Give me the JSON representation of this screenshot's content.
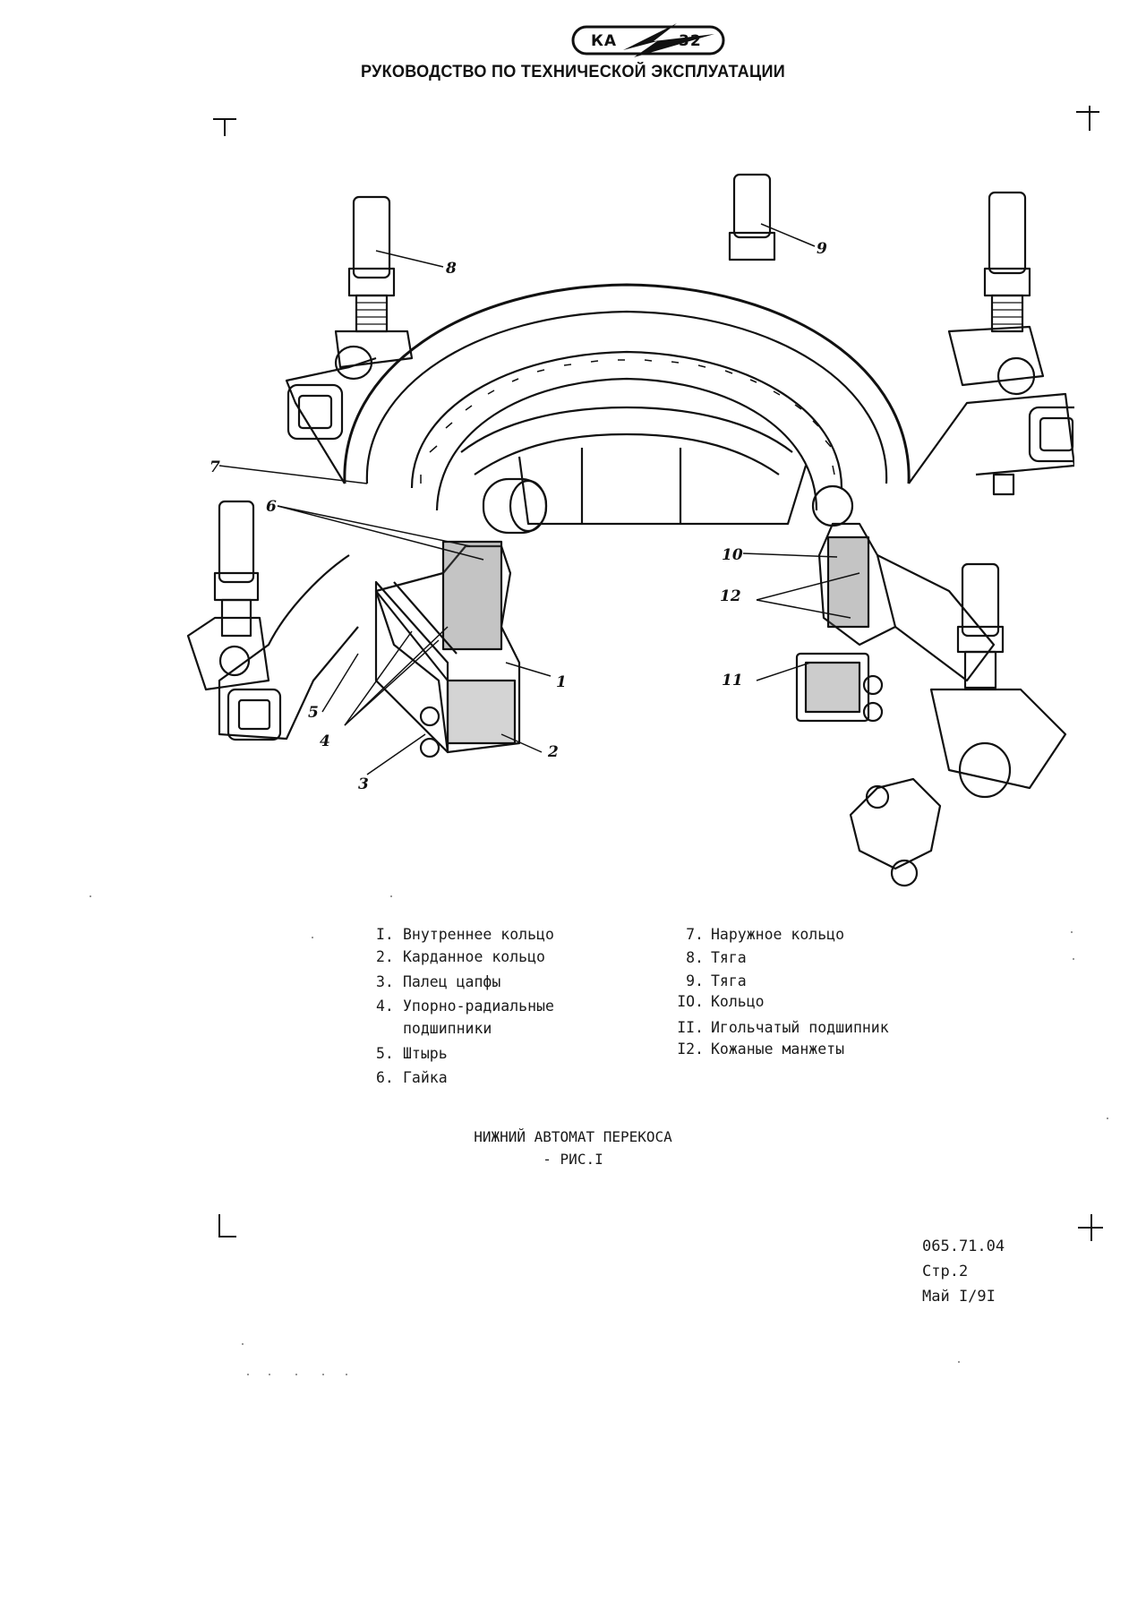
{
  "header": {
    "logo_left": "КА",
    "logo_right": "32",
    "title": "РУКОВОДСТВО ПО ТЕХНИЧЕСКОЙ ЭКСПЛУАТАЦИИ"
  },
  "figure": {
    "callouts": [
      "8",
      "9",
      "7",
      "6",
      "10",
      "12",
      "1",
      "11",
      "5",
      "4",
      "2",
      "3"
    ],
    "legend_left": [
      {
        "num": "I.",
        "text": "Внутреннее кольцо"
      },
      {
        "num": "2.",
        "text": "Карданное кольцо"
      },
      {
        "num": "3.",
        "text": "Палец цапфы"
      },
      {
        "num": "4.",
        "text": "Упорно-радиальные"
      },
      {
        "num": "",
        "text": "подшипники"
      },
      {
        "num": "5.",
        "text": "Штырь"
      },
      {
        "num": "6.",
        "text": "Гайка"
      }
    ],
    "legend_right": [
      {
        "num": "7.",
        "text": "Наружное кольцо"
      },
      {
        "num": "8.",
        "text": "Тяга"
      },
      {
        "num": "9.",
        "text": "Тяга"
      },
      {
        "num": "IO.",
        "text": "Кольцо"
      },
      {
        "num": "II.",
        "text": "Игольчатый подшипник"
      },
      {
        "num": "I2.",
        "text": "Кожаные манжеты"
      }
    ],
    "caption_line1": "НИЖНИЙ АВТОМАТ ПЕРЕКОСА",
    "caption_line2": "- РИС.I"
  },
  "footer": {
    "doc_code": "065.71.04",
    "page": "Стр.2",
    "date": "Май I/9I"
  }
}
